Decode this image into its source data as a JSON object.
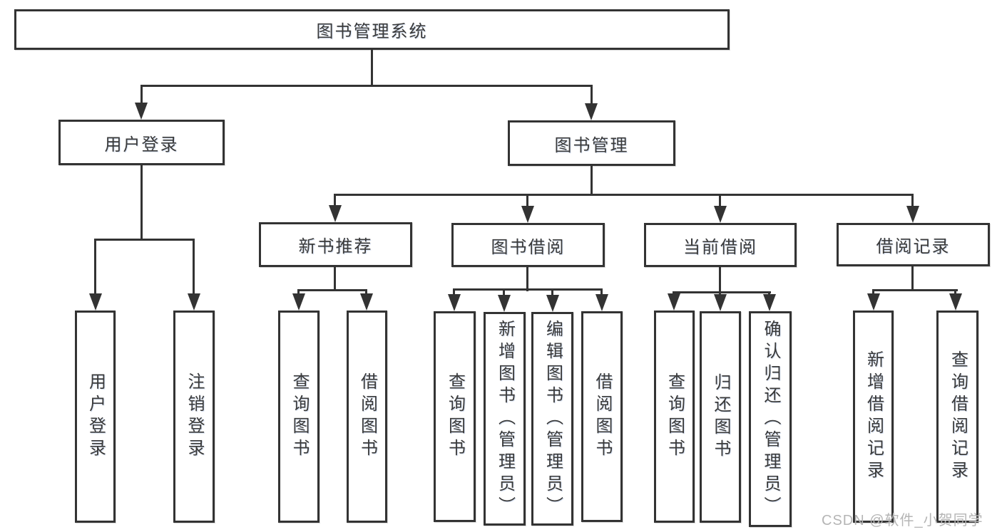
{
  "diagram": {
    "title": "图书管理系统",
    "level2": {
      "user_login": "用户登录",
      "book_management": "图书管理"
    },
    "level3": {
      "new_book_recommend": "新书推荐",
      "book_borrow": "图书借阅",
      "current_borrow": "当前借阅",
      "borrow_records": "借阅记录"
    },
    "leaves": {
      "login": "用户登录",
      "logout": "注销登录",
      "rec_query_books": "查询图书",
      "rec_borrow_books": "借阅图书",
      "bb_query_books": "查询图书",
      "bb_add_books": "新增图书（管理员）",
      "bb_edit_books": "编辑图书（管理员）",
      "bb_borrow_books": "借阅图书",
      "cb_query_books": "查询图书",
      "cb_return_books": "归还图书",
      "cb_confirm_return": "确认归还（管理员）",
      "br_add_record": "新增借阅记录",
      "br_query_record": "查询借阅记录"
    }
  },
  "watermark": "CSDN @软件_小贺同学",
  "colors": {
    "line": "#333333",
    "text": "#3a3a3a",
    "watermark": "#b5b5b5",
    "background": "#ffffff"
  }
}
